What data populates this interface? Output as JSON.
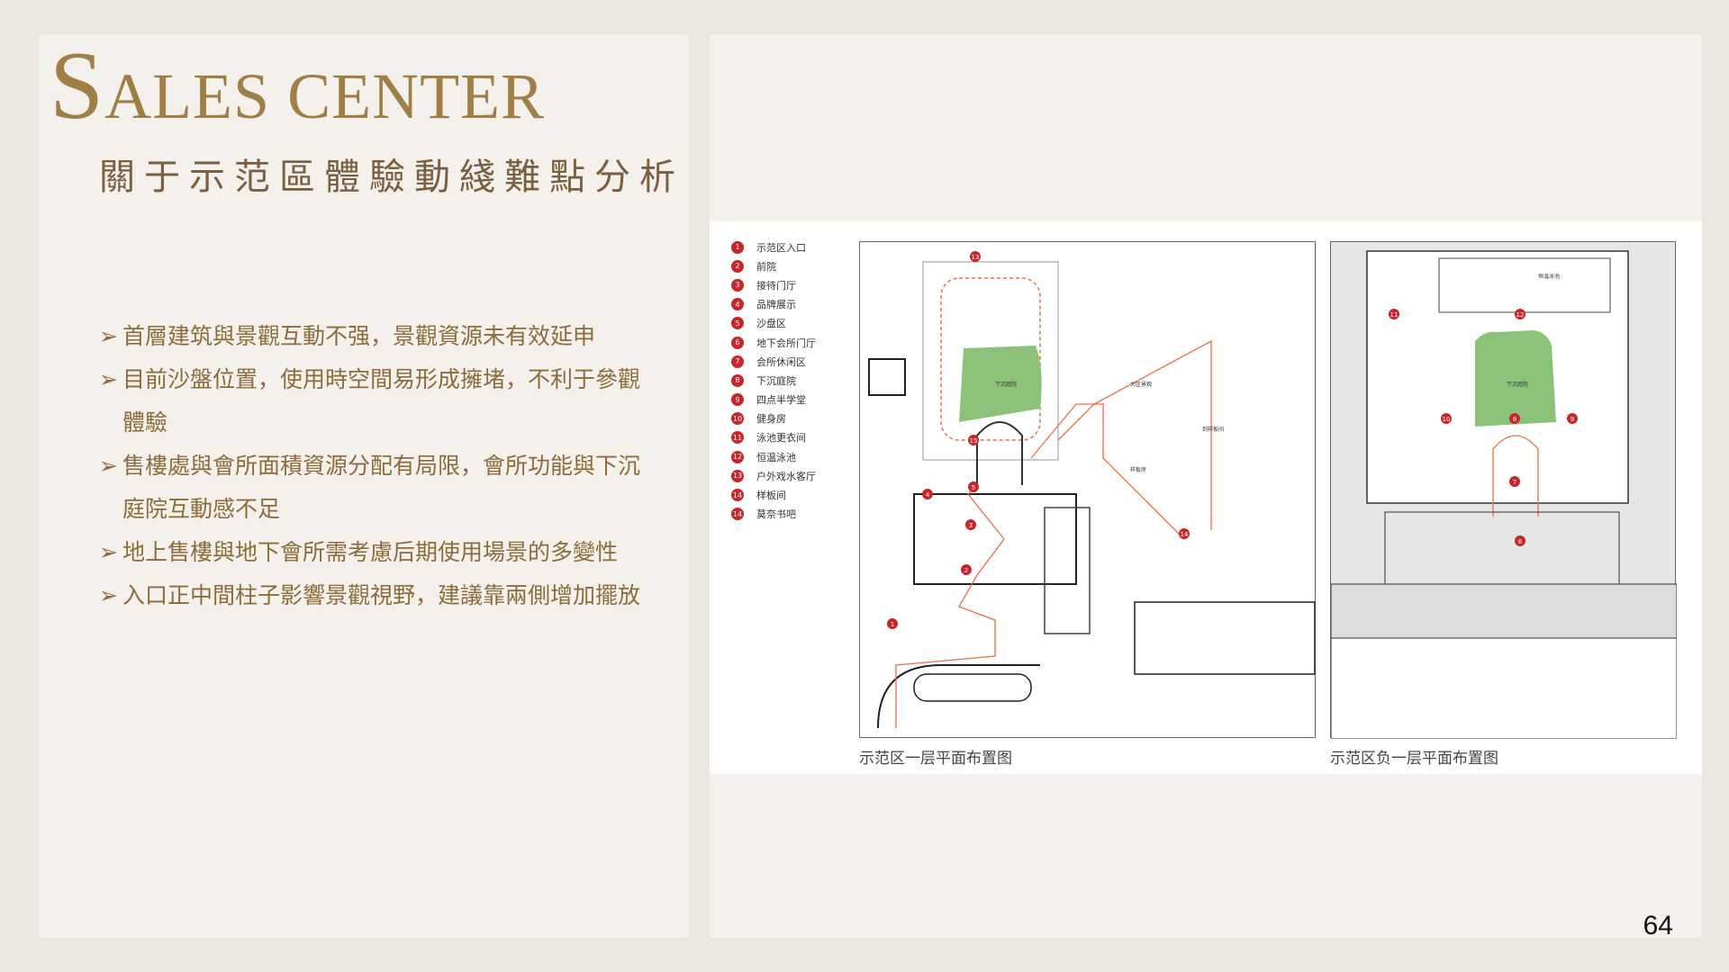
{
  "title": {
    "initial": "S",
    "rest": "ALES CENTER"
  },
  "subtitle": "關于示范區體驗動綫難點分析",
  "bullets": [
    "首層建筑與景觀互動不强，景觀資源未有效延申",
    "目前沙盤位置，使用時空間易形成擁堵，不利于參觀體驗",
    "售樓處與會所面積資源分配有局限，會所功能與下沉庭院互動感不足",
    "地上售樓與地下會所需考慮后期使用場景的多變性",
    "入口正中間柱子影響景觀視野，建議靠兩側增加擺放"
  ],
  "legend": [
    {
      "num": "1",
      "label": "示范区入口"
    },
    {
      "num": "2",
      "label": "前院"
    },
    {
      "num": "3",
      "label": "接待门厅"
    },
    {
      "num": "4",
      "label": "品牌展示"
    },
    {
      "num": "5",
      "label": "沙盘区"
    },
    {
      "num": "6",
      "label": "地下会所门厅"
    },
    {
      "num": "7",
      "label": "会所休闲区"
    },
    {
      "num": "8",
      "label": "下沉庭院"
    },
    {
      "num": "9",
      "label": "四点半学堂"
    },
    {
      "num": "10",
      "label": "健身房"
    },
    {
      "num": "11",
      "label": "泳池更衣间"
    },
    {
      "num": "12",
      "label": "恒温泳池"
    },
    {
      "num": "13",
      "label": "户外戏水客厅"
    },
    {
      "num": "14",
      "label": "样板间"
    },
    {
      "num": "14",
      "label": "莫奈书吧"
    }
  ],
  "plans": {
    "ground_floor_caption": "示范区一层平面布置图",
    "basement_caption": "示范区负一层平面布置图",
    "labels": {
      "lawn": "下沉庭院",
      "landscape": "大区景观",
      "model_room": "到样板间",
      "sales_office": "样板房",
      "pool": "恒温泳池"
    }
  },
  "colors": {
    "accent_gold": "#a07f46",
    "text_gold": "#8c6c3a",
    "marker_red": "#c8262b",
    "lawn_green": "#8cc27a",
    "route_orange": "#e8714a"
  },
  "page_number": "64"
}
